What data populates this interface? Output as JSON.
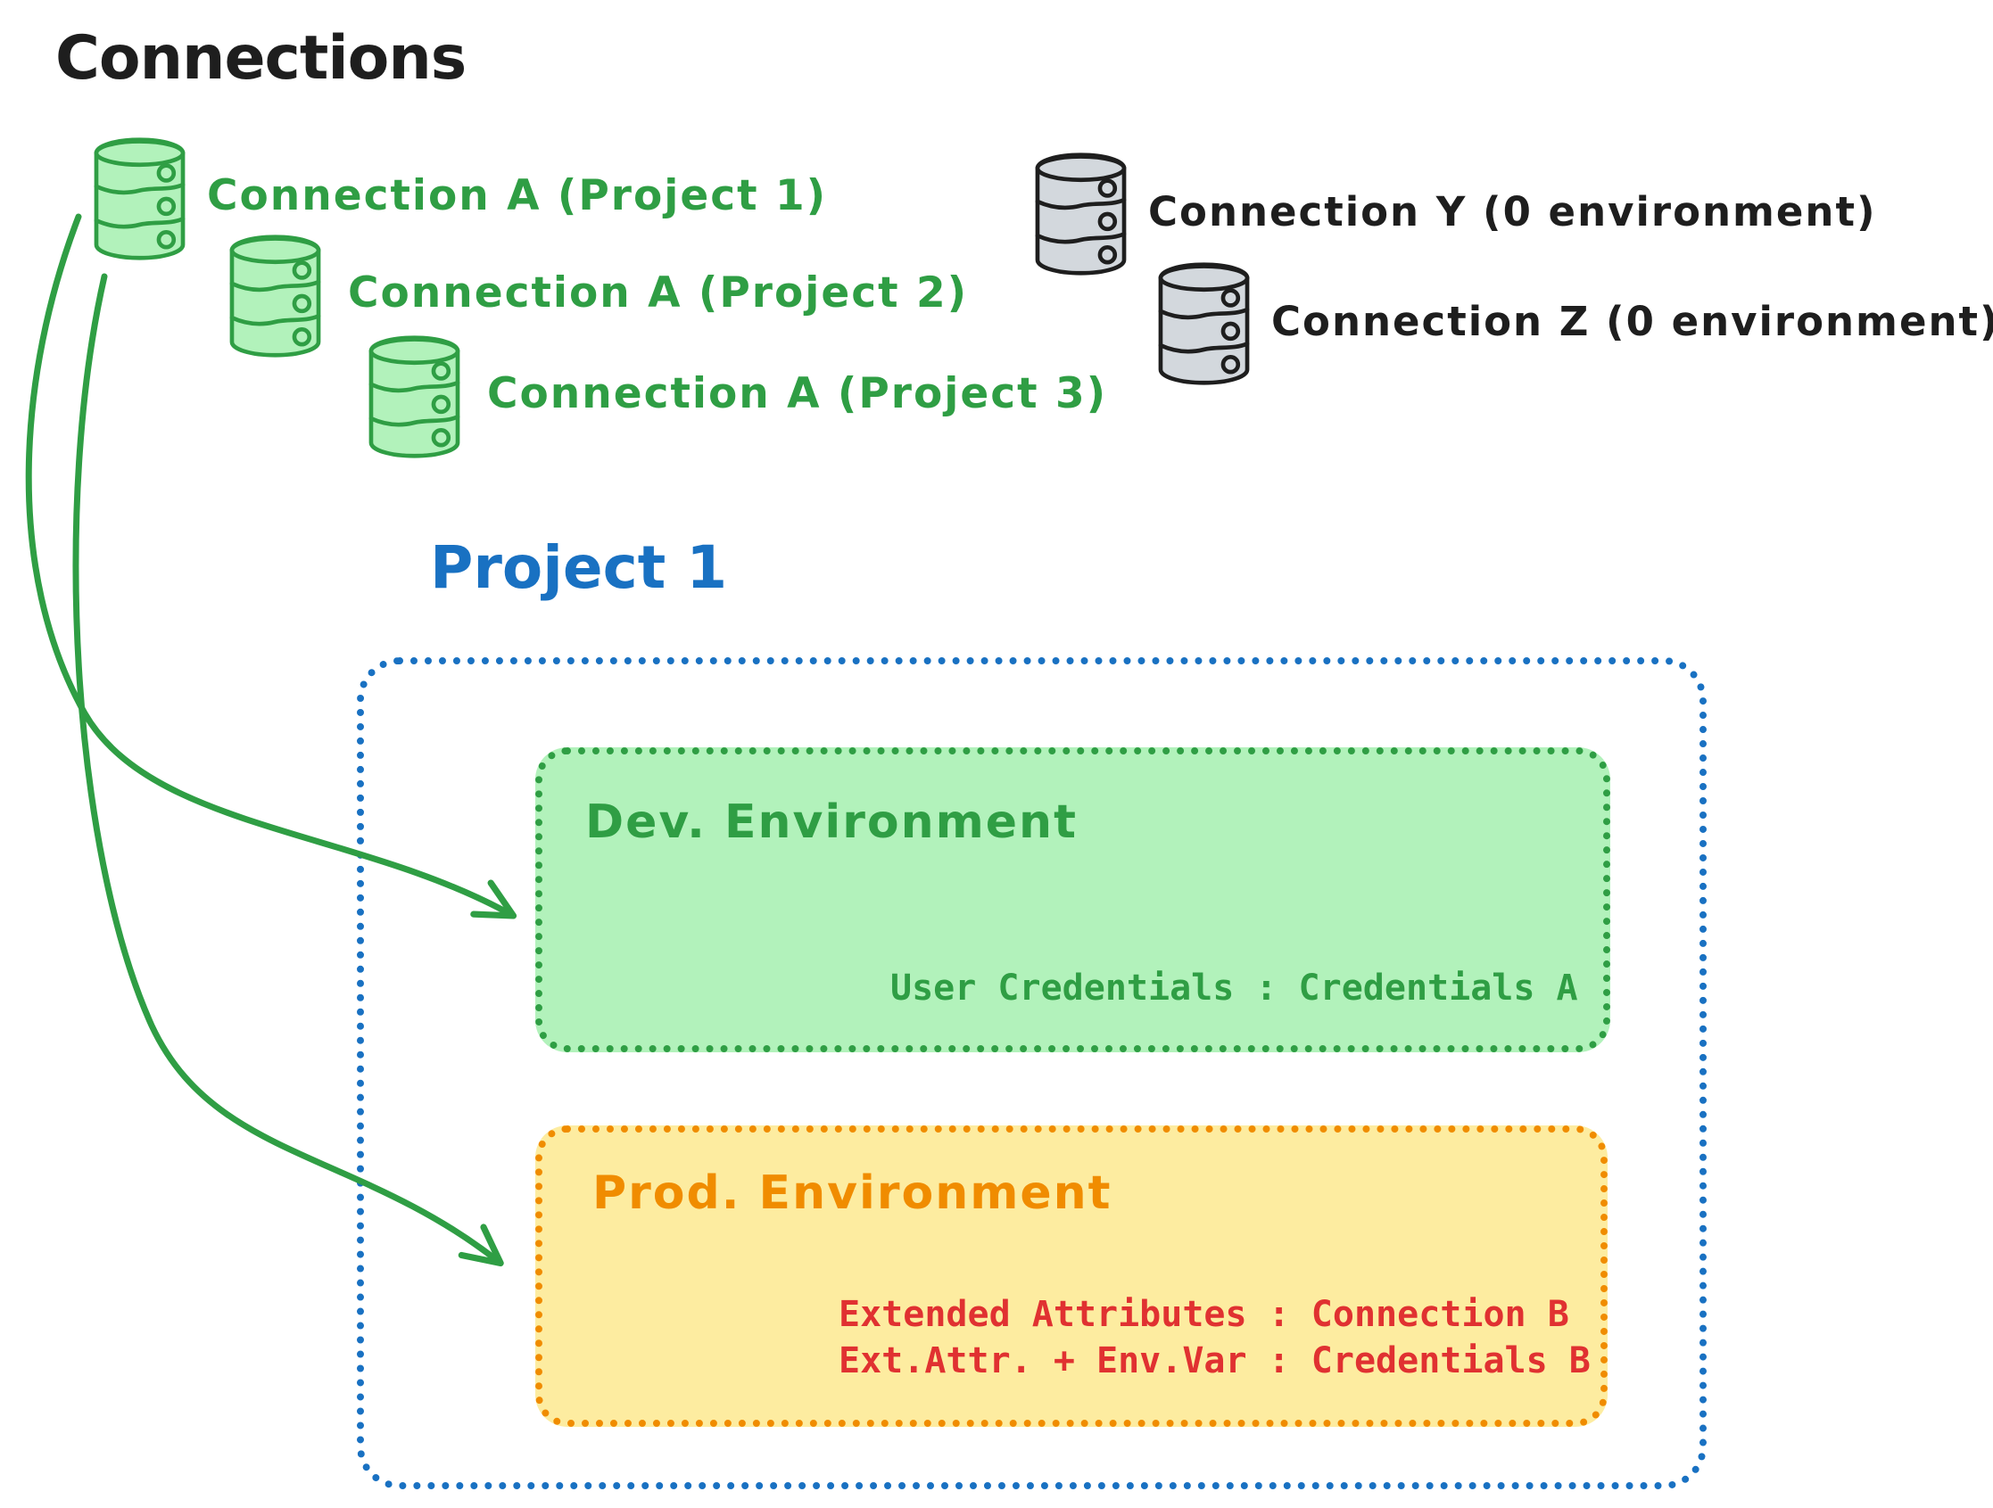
{
  "title": "Connections",
  "connections": {
    "project_a": [
      {
        "label": "Connection A (Project 1)",
        "icon": "database-icon",
        "color": "#2f9e44"
      },
      {
        "label": "Connection A (Project 2)",
        "icon": "database-icon",
        "color": "#2f9e44"
      },
      {
        "label": "Connection A (Project 3)",
        "icon": "database-icon",
        "color": "#2f9e44"
      }
    ],
    "unassigned": [
      {
        "label": "Connection Y (0 environment)",
        "icon": "database-icon",
        "color": "#1e1e1e"
      },
      {
        "label": "Connection Z (0 environment)",
        "icon": "database-icon",
        "color": "#1e1e1e"
      }
    ]
  },
  "project": {
    "title": "Project 1",
    "environments": [
      {
        "name": "Dev. Environment",
        "details": [
          "User Credentials : Credentials A"
        ]
      },
      {
        "name": "Prod. Environment",
        "details": [
          "Extended Attributes : Connection B",
          "Ext.Attr. + Env.Var : Credentials B"
        ]
      }
    ]
  },
  "arrows": [
    {
      "name": "connection-a-to-dev-environment",
      "color": "#2f9e44"
    },
    {
      "name": "connection-a-to-prod-environment",
      "color": "#2f9e44"
    }
  ],
  "colors": {
    "ink": "#1e1e1e",
    "green_stroke": "#2f9e44",
    "green_fill": "#b2f2bb",
    "blue": "#1971c2",
    "orange_stroke": "#f08c00",
    "orange_fill": "#fdeca0",
    "red": "#e03131",
    "gray_fill": "#d3d8dd"
  }
}
